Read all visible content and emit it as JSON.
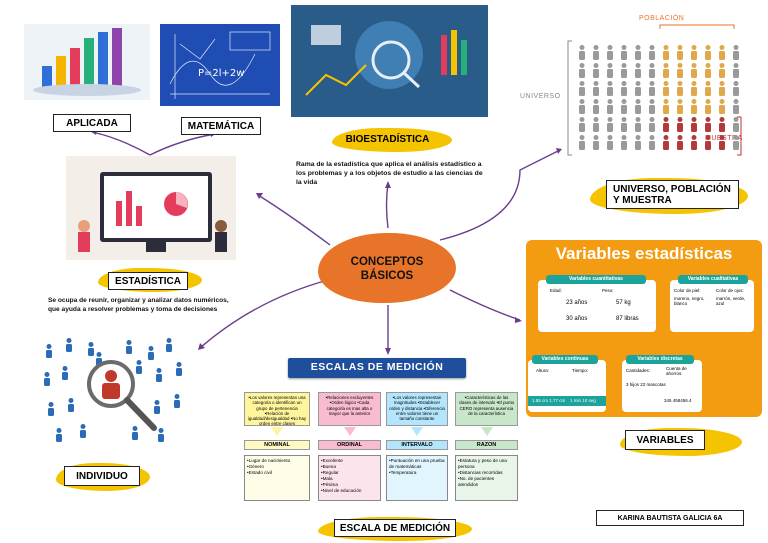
{
  "center": {
    "label": "CONCEPTOS BÁSICOS"
  },
  "aplicada": {
    "label": "APLICADA"
  },
  "matematica": {
    "label": "MATEMÁTICA"
  },
  "bioestadistica": {
    "label": "BIOESTADÍSTICA",
    "desc": "Rama de la estadística que aplica el análisis estadístico a los problemas y a los objetos de estudio a las ciencias de la vida"
  },
  "estadistica": {
    "label": "ESTADÍSTICA",
    "desc": "Se ocupa de reunir, organizar y analizar datos numéricos, que ayuda a resolver problemas y toma de decisiones"
  },
  "universo": {
    "label": "UNIVERSO, POBLACIÓN Y MUESTRA",
    "poblacion_tag": "POBLACIÓN",
    "universo_tag": "UNIVERSO",
    "muestra_tag": "MUESTRA"
  },
  "variables": {
    "label": "VARIABLES",
    "panel_title": "Variables estadísticas",
    "cuantitativas": "Variables cuantitativas",
    "cualitativas": "Variables cualitativas",
    "continuas": "Variables continuas",
    "discretas": "Variables discretas",
    "edad": "Edad:",
    "peso": "Peso:",
    "edad_1": "23 años",
    "edad_2": "30 años",
    "peso_1": "57 kg",
    "peso_2": "87 libras",
    "color_piel": "Color de piel:",
    "color_piel_vals": "moreno, negro, blanco",
    "color_ojos": "Color de ojos:",
    "color_ojos_vals": "marrón, verde, azul",
    "altura": "Altura:",
    "tiempo": "Tiempo:",
    "altura_vals": "1.55 cm   1.77 cm",
    "tiempo_vals": "1 min   10 seg",
    "cantidades": "Cantidades:",
    "cuenta": "Cuenta de ahorros:",
    "cantidades_vals": "3 hijos   22 mascotas",
    "cuenta_val": "345 458456.4"
  },
  "escalas": {
    "banner": "ESCALAS DE MEDICIÓN",
    "label": "ESCALA DE MEDICIÓN",
    "columns": [
      {
        "desc": "•Los valores representan una categoría o identifican un grupo de pertenencia •Relación de igualdad/desigualdad •No hay orden entre clases",
        "name": "NOMINAL",
        "items": [
          "•Lugar de nacimiento",
          "•Género",
          "•Estado civil"
        ]
      },
      {
        "desc": "•Relaciones excluyentes •Orden lógico •Cada categoría es mas alta o mayor que la anterior",
        "name": "ORDINAL",
        "items": [
          "•Excelente",
          "•Buena",
          "•Regular",
          "•Mala",
          "•Pésima",
          "•Nivel de educación"
        ]
      },
      {
        "desc": "•Los valores representan magnitudes •Establecer orden y distancia •Diferencia entre valores tiene un tamaño constante",
        "name": "INTERVALO",
        "items": [
          "•Puntuación en una prueba de matemáticas",
          "•Temperatura"
        ]
      },
      {
        "desc": "•Características de las clases de intervalo •El punto CERO representa ausencia de la característica",
        "name": "RAZON",
        "items": [
          "•Estatura y peso de una persona",
          "•Distancias recorridas",
          "•No. de pacientes atendidos"
        ]
      }
    ]
  },
  "individuo": {
    "label": "INDIVIDUO"
  },
  "author": {
    "label": "KARINA BAUTISTA GALICIA  6A"
  },
  "colors": {
    "center_orange": "#e8742a",
    "accent_yellow": "#f5c400",
    "connector_purple": "#6a3d8f",
    "banner_blue": "#1f4e9c",
    "panel_orange": "#f39c12",
    "panel_teal": "#1ba39c",
    "scale_yellow": "#fff59d",
    "scale_pink": "#f8bbd0",
    "scale_blue": "#b3e5fc",
    "scale_green": "#c8e6c9"
  }
}
